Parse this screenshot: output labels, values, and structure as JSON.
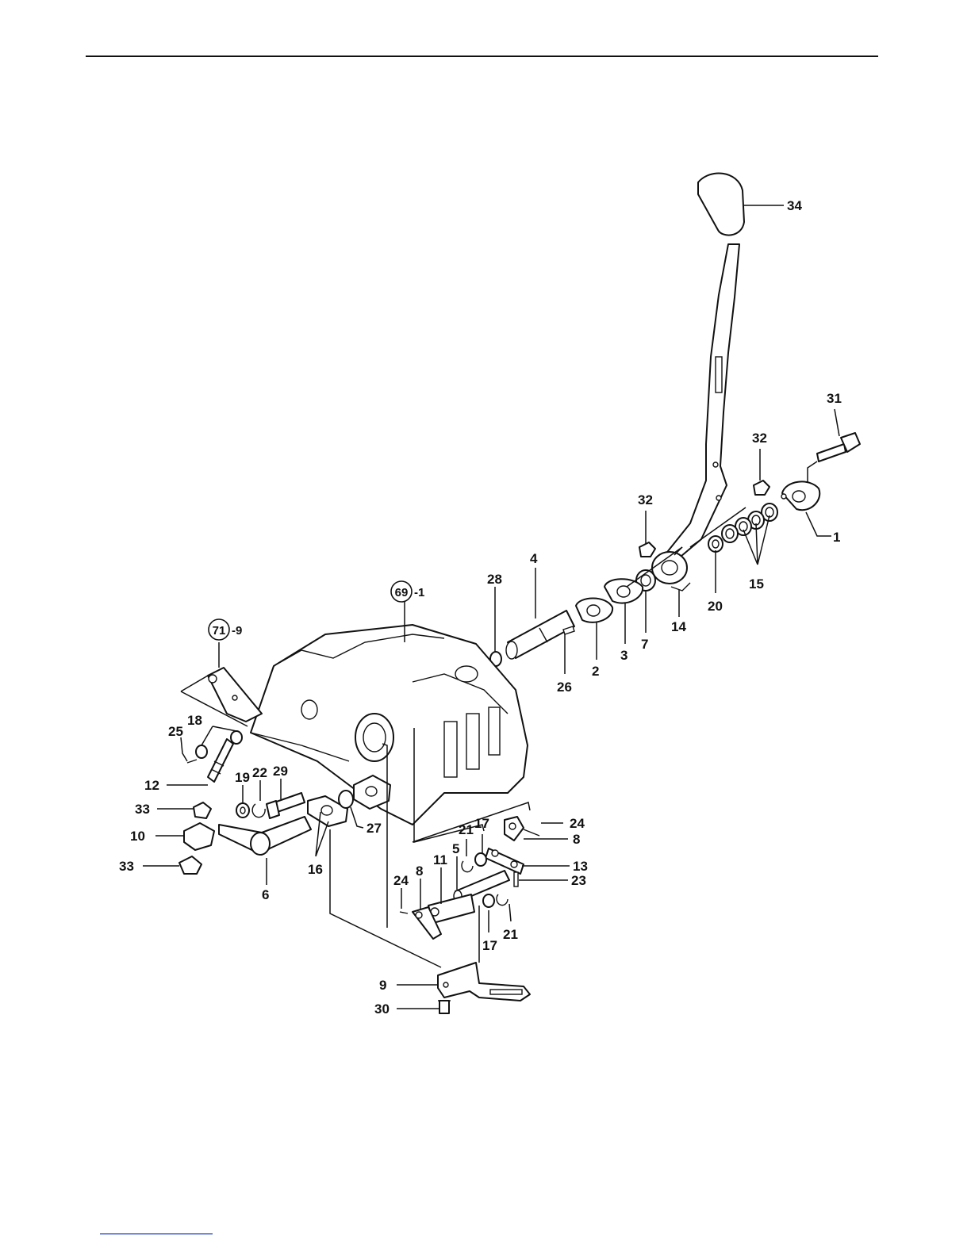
{
  "labels": {
    "p1": "1",
    "p2": "2",
    "p3": "3",
    "p4": "4",
    "p5": "5",
    "p6": "6",
    "p7": "7",
    "p8a": "8",
    "p8b": "8",
    "p9": "9",
    "p10": "10",
    "p11": "11",
    "p12": "12",
    "p13": "13",
    "p14": "14",
    "p15": "15",
    "p16": "16",
    "p17a": "17",
    "p17b": "17",
    "p18": "18",
    "p19": "19",
    "p20": "20",
    "p21a": "21",
    "p21b": "21",
    "p22": "22",
    "p23": "23",
    "p24a": "24",
    "p24b": "24",
    "p25": "25",
    "p26": "26",
    "p27": "27",
    "p28": "28",
    "p29": "29",
    "p30": "30",
    "p31": "31",
    "p32a": "32",
    "p32b": "32",
    "p33a": "33",
    "p33b": "33",
    "p34": "34"
  },
  "references": {
    "ref69": {
      "number": "69",
      "suffix": "-1"
    },
    "ref71": {
      "number": "71",
      "suffix": "-9"
    }
  }
}
